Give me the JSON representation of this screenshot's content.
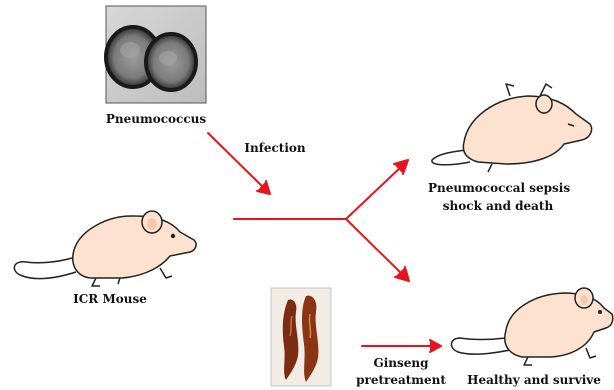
{
  "diagram": {
    "labels": {
      "pneumococcus": "Pneumococcus",
      "infection": "Infection",
      "icr_mouse": "ICR Mouse",
      "sepsis_line1": "Pneumococcal sepsis",
      "sepsis_line2": "shock and death",
      "ginseng_line1": "Ginseng",
      "ginseng_line2": "pretreatment",
      "healthy": "Healthy and survive"
    },
    "colors": {
      "arrow": "#e8141c",
      "mouse_fill": "#fde3cf",
      "outline": "#222222",
      "ginseng_root": "#7a2d12"
    },
    "images": {
      "micrograph": "pneumococcus-micrograph",
      "ginseng": "ginseng-roots-photo"
    }
  }
}
